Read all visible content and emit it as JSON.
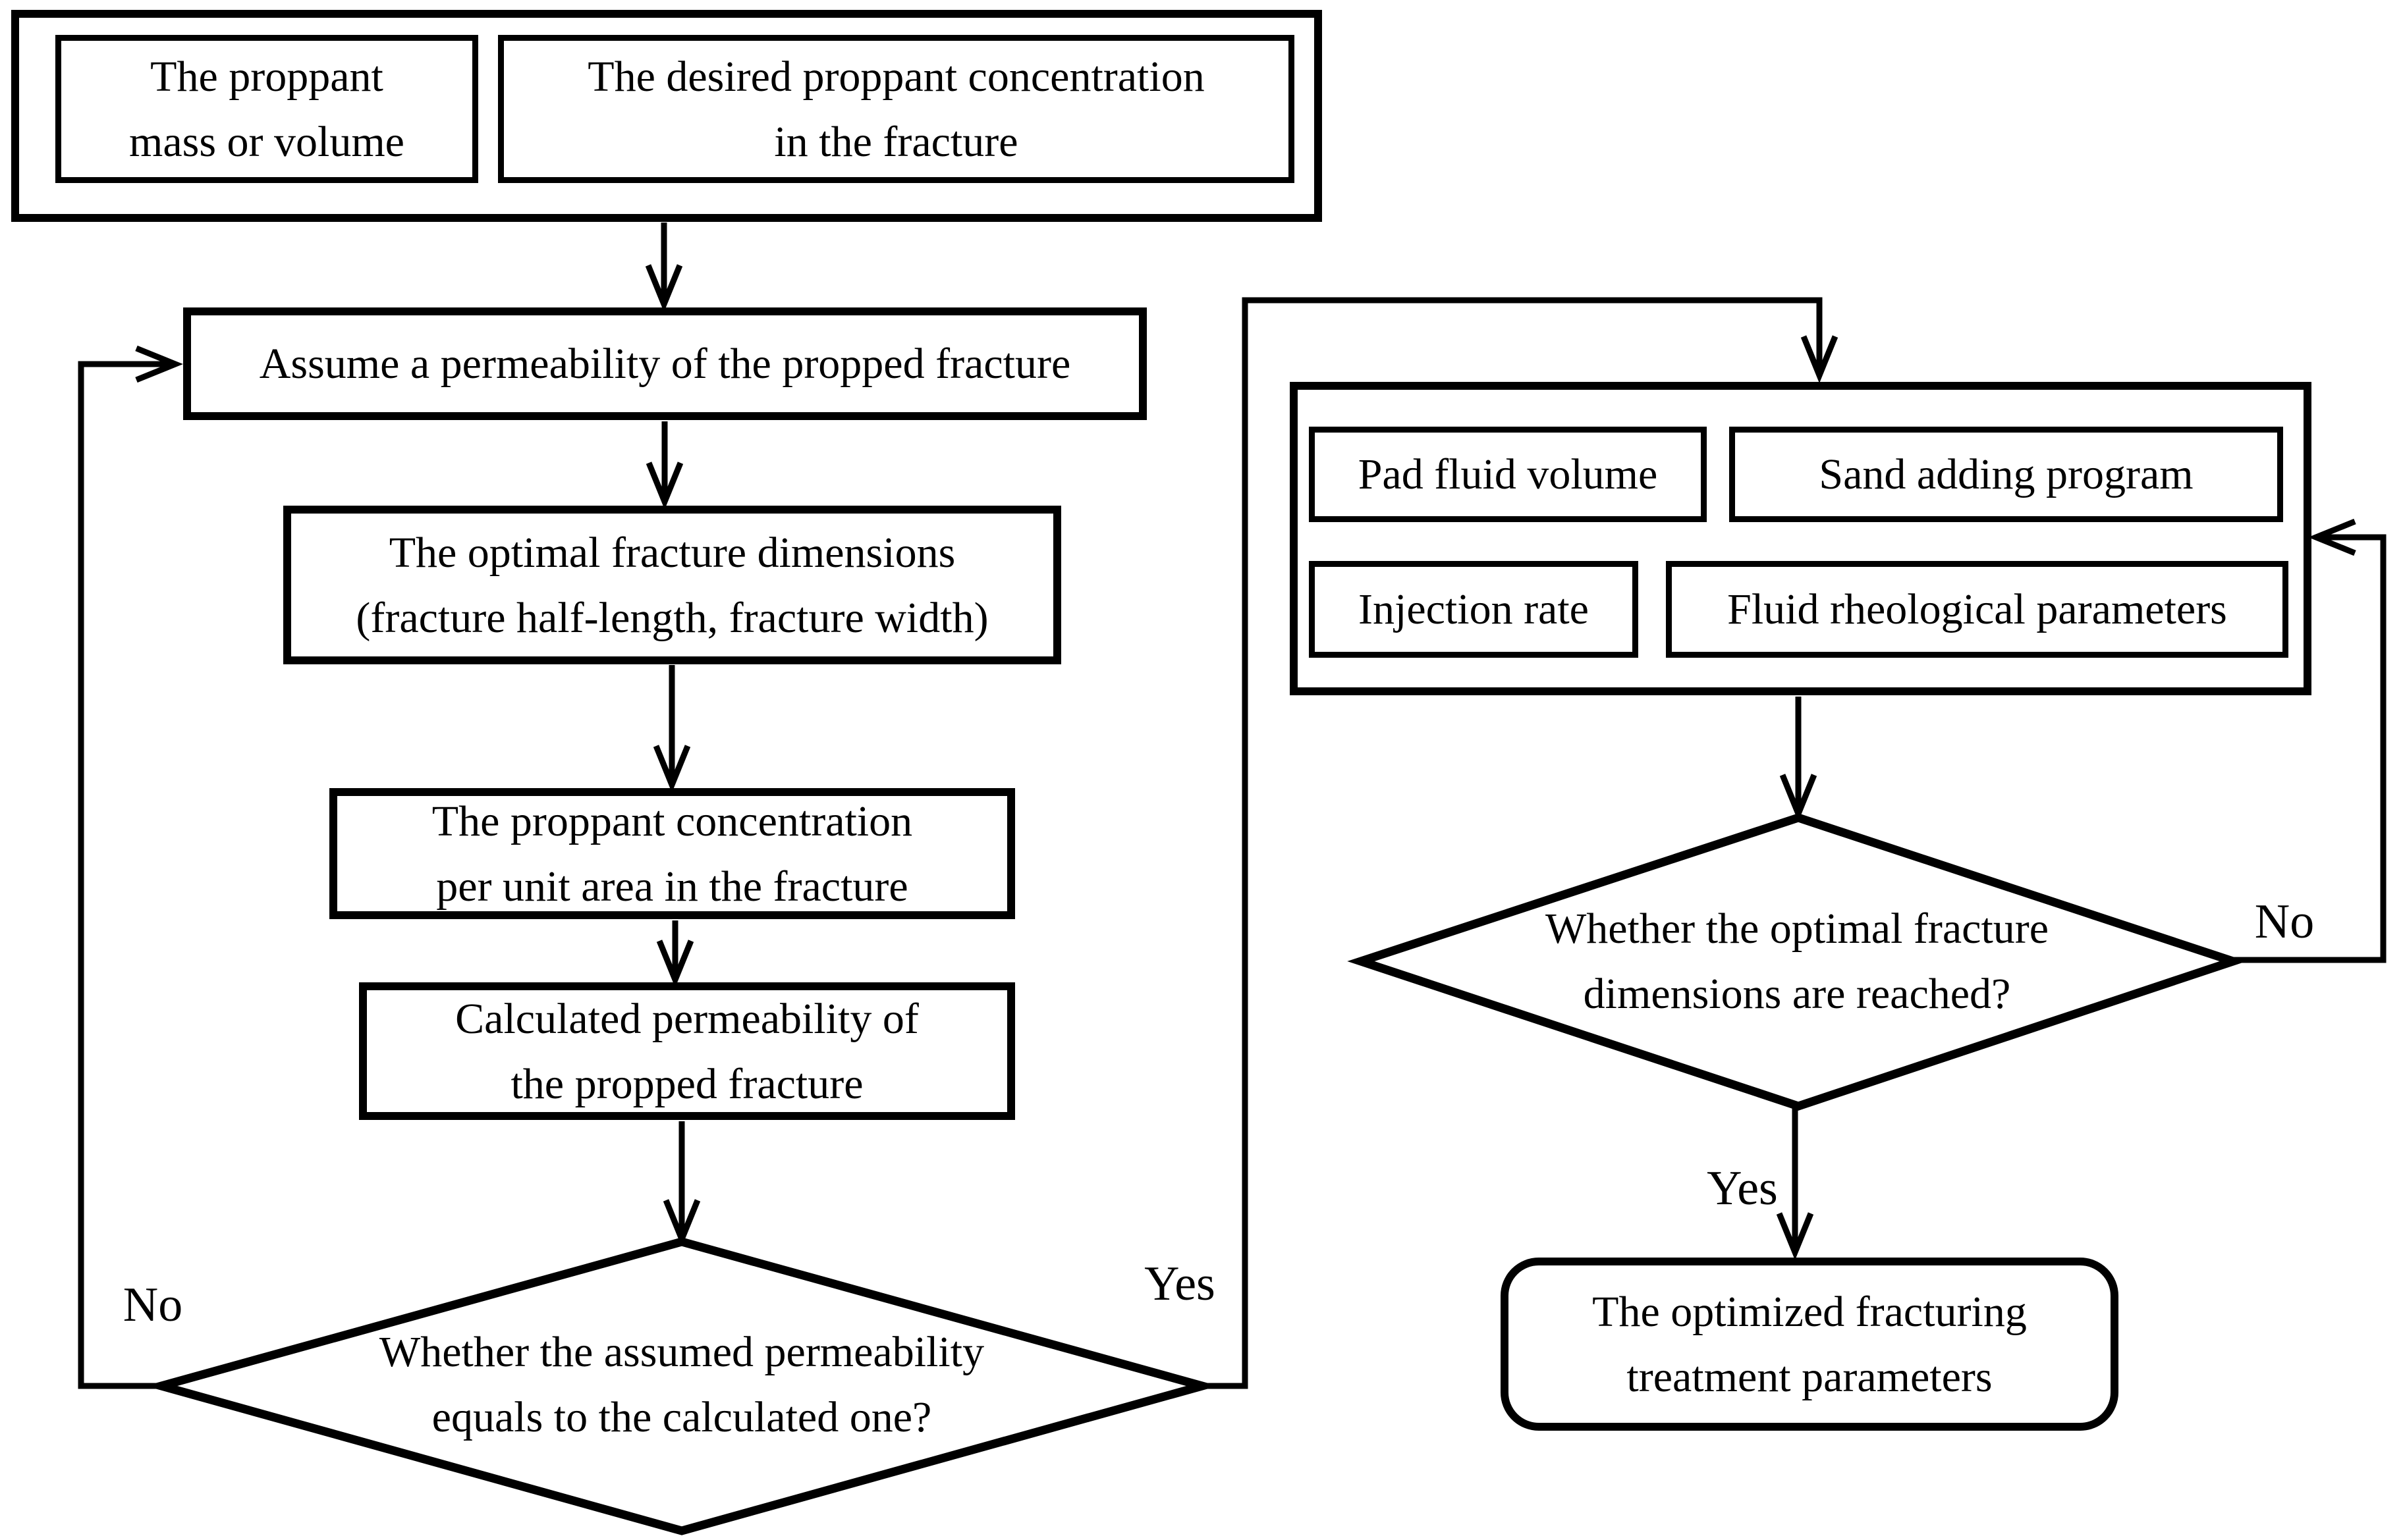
{
  "diagram": {
    "type": "flowchart",
    "title": "Fracturing treatment parameter optimization flowchart",
    "colors": {
      "line": "#000000",
      "background": "#ffffff",
      "text": "#000000"
    }
  },
  "nodes": {
    "proppant_mass": "The proppant\nmass or volume",
    "desired_concentration": "The desired proppant concentration\nin the fracture",
    "assume_permeability": "Assume a permeability of the propped fracture",
    "optimal_dimensions": "The optimal fracture dimensions\n(fracture half-length, fracture width)",
    "concentration_per_area": "The proppant concentration\nper unit area in the fracture",
    "calculated_permeability": "Calculated permeability of\nthe propped fracture",
    "decision_permeability": "Whether the assumed permeability\nequals to the calculated one?",
    "pad_fluid_volume": "Pad fluid volume",
    "sand_adding_program": "Sand adding program",
    "injection_rate": "Injection rate",
    "fluid_rheological_parameters": "Fluid rheological parameters",
    "decision_dimensions": "Whether the optimal fracture\ndimensions are reached?",
    "optimized_parameters": "The optimized fracturing\ntreatment parameters"
  },
  "edge_labels": {
    "permeability_no": "No",
    "permeability_yes": "Yes",
    "dimensions_no": "No",
    "dimensions_yes": "Yes"
  }
}
